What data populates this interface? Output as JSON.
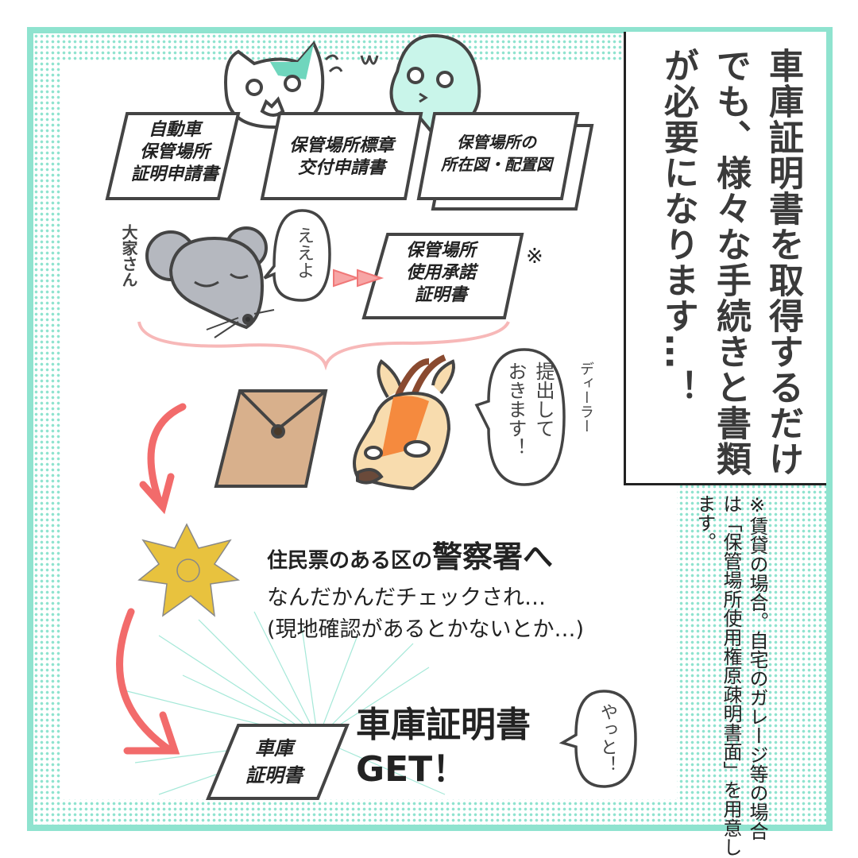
{
  "headline_box": {
    "text": "車庫証明書を取得するだけでも、様々な手続きと書類が必要になります…！"
  },
  "footnote": {
    "text": "※賃貸の場合。自宅のガレージ等の場合は「保管場所使用権原疎明書面」を用意します。"
  },
  "documents": [
    {
      "lines": [
        "自動車",
        "保管場所",
        "証明申請書"
      ]
    },
    {
      "lines": [
        "保管場所標章",
        "交付申請書"
      ]
    },
    {
      "lines": [
        "保管場所の",
        "所在図・配置図"
      ]
    },
    {
      "lines": [
        "保管場所",
        "使用承諾",
        "証明書"
      ],
      "mark": "※"
    }
  ],
  "landlord": {
    "label": "大家さん",
    "speech": "ええよ"
  },
  "dealer": {
    "label": "ディーラー",
    "speech_lines": [
      "提出して",
      "おきます！"
    ]
  },
  "police": {
    "lead": "住民票のある区の",
    "emphasis": "警察署へ",
    "line2": "なんだかんだチェックされ…",
    "line3": "(現地確認があるとかないとか…)"
  },
  "result": {
    "doc_lines": [
      "車庫",
      "証明書"
    ],
    "title": "車庫証明書",
    "get": "GET！",
    "speech": "やっと！"
  },
  "colors": {
    "teal": "#8fe3cf",
    "arrow_red": "#f26b6b",
    "brace_pink": "#f7b8b8",
    "gold": "#e8c23e",
    "envelope": "#d8b08c"
  }
}
